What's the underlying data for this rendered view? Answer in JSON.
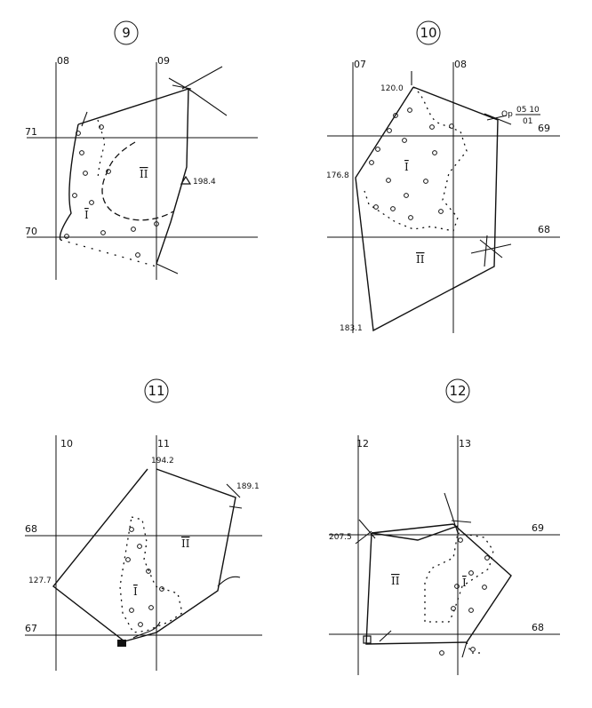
{
  "panels": [
    {
      "number": "9",
      "grid_x": [
        "08",
        "09"
      ],
      "grid_y": [
        "71",
        "70"
      ],
      "elevations": [
        "198.4"
      ],
      "zones": [
        "I",
        "II"
      ]
    },
    {
      "number": "10",
      "grid_x": [
        "07",
        "08"
      ],
      "grid_y": [
        "69",
        "68"
      ],
      "elevations": [
        "120.0",
        "176.8",
        "183.1"
      ],
      "marker": {
        "prefix": "Ор",
        "top": "05 10",
        "bottom": "01"
      },
      "zones": [
        "I",
        "II"
      ]
    },
    {
      "number": "11",
      "grid_x": [
        "10",
        "11"
      ],
      "grid_y": [
        "68",
        "67"
      ],
      "elevations": [
        "194.2",
        "189.1",
        "127.7"
      ],
      "zones": [
        "I",
        "II"
      ]
    },
    {
      "number": "12",
      "grid_x": [
        "12",
        "13"
      ],
      "grid_y": [
        "69",
        "68"
      ],
      "elevations": [
        "207.5"
      ],
      "zones": [
        "I",
        "II"
      ]
    }
  ]
}
